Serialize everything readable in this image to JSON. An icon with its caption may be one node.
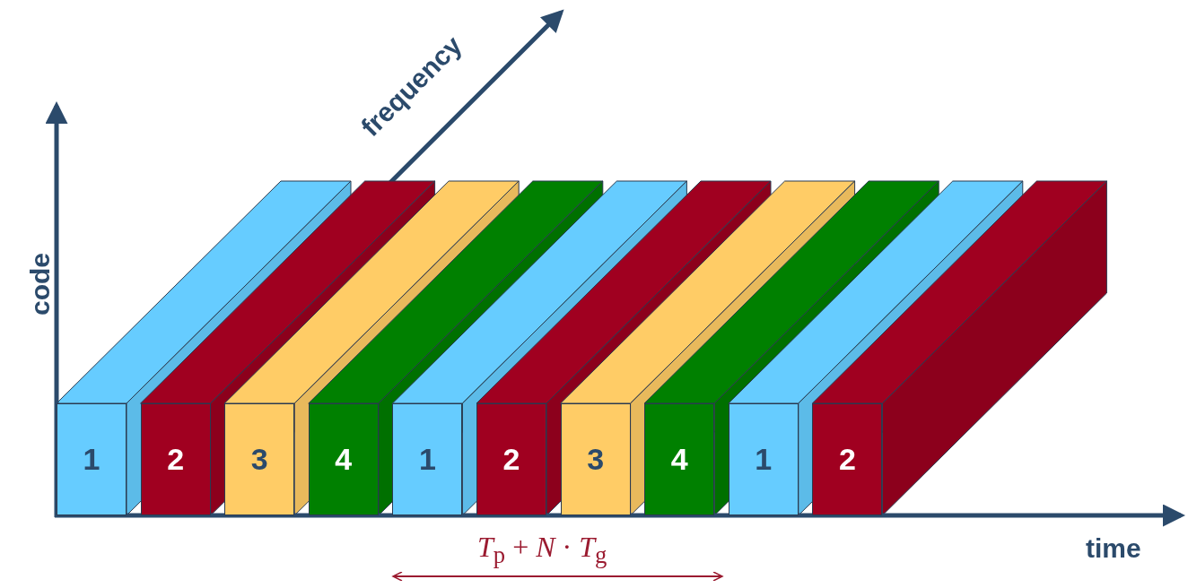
{
  "diagram": {
    "nodes": [
      {
        "text": [
          "1"
        ]
      },
      {
        "text": [
          "2"
        ]
      },
      {
        "text": [
          "3"
        ]
      },
      {
        "text": [
          "4"
        ]
      },
      {
        "text": [
          "1"
        ]
      },
      {
        "text": [
          "2"
        ]
      },
      {
        "text": [
          "3"
        ]
      },
      {
        "text": [
          "4"
        ]
      },
      {
        "text": [
          "1"
        ]
      },
      {
        "text": [
          "2"
        ]
      }
    ],
    "labels": [
      "frequency",
      "code",
      "time",
      "*T*$_{p}$ + *N* · *T*$_{g}$"
    ]
  }
}
